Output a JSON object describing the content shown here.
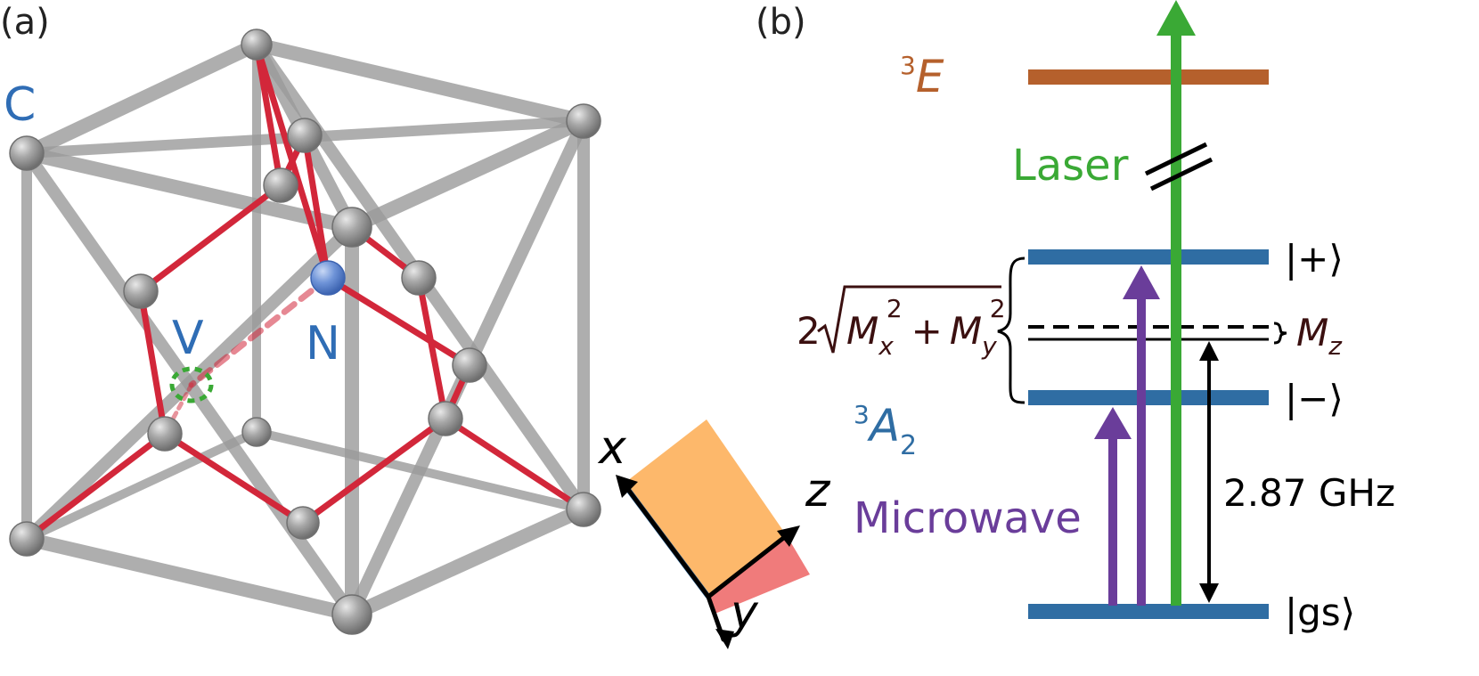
{
  "panel_a": {
    "label": "(a)",
    "carbon_label": "C",
    "vacancy_label": "V",
    "nitrogen_label": "N",
    "axes": {
      "x": "x",
      "y": "y",
      "z": "z"
    }
  },
  "panel_b": {
    "label": "(b)",
    "excited_state": {
      "sup": "3",
      "name": "E"
    },
    "ground_state": {
      "sup": "3",
      "name": "A",
      "sub": "2"
    },
    "laser_label": "Laser",
    "microwave_label": "Microwave",
    "kets": {
      "plus": "|+⟩",
      "minus": "|−⟩",
      "gs": "|gs⟩"
    },
    "splitting": {
      "coef": "2",
      "m": "M",
      "x": "x",
      "y": "y",
      "pow": "2",
      "plus": "+"
    },
    "mz": {
      "m": "M",
      "sub": "z"
    },
    "zero_field": "2.87 GHz"
  },
  "colors": {
    "gray_bond": "#9a9a9a",
    "red_bond": "#d2273a",
    "blue": "#2f6db5",
    "green": "#3aa935",
    "purple": "#6a3d9a",
    "brown": "#b5602c",
    "level_blue": "#2f6da3",
    "orange_face": "#fdb86b",
    "pink_face": "#f07b7b"
  }
}
